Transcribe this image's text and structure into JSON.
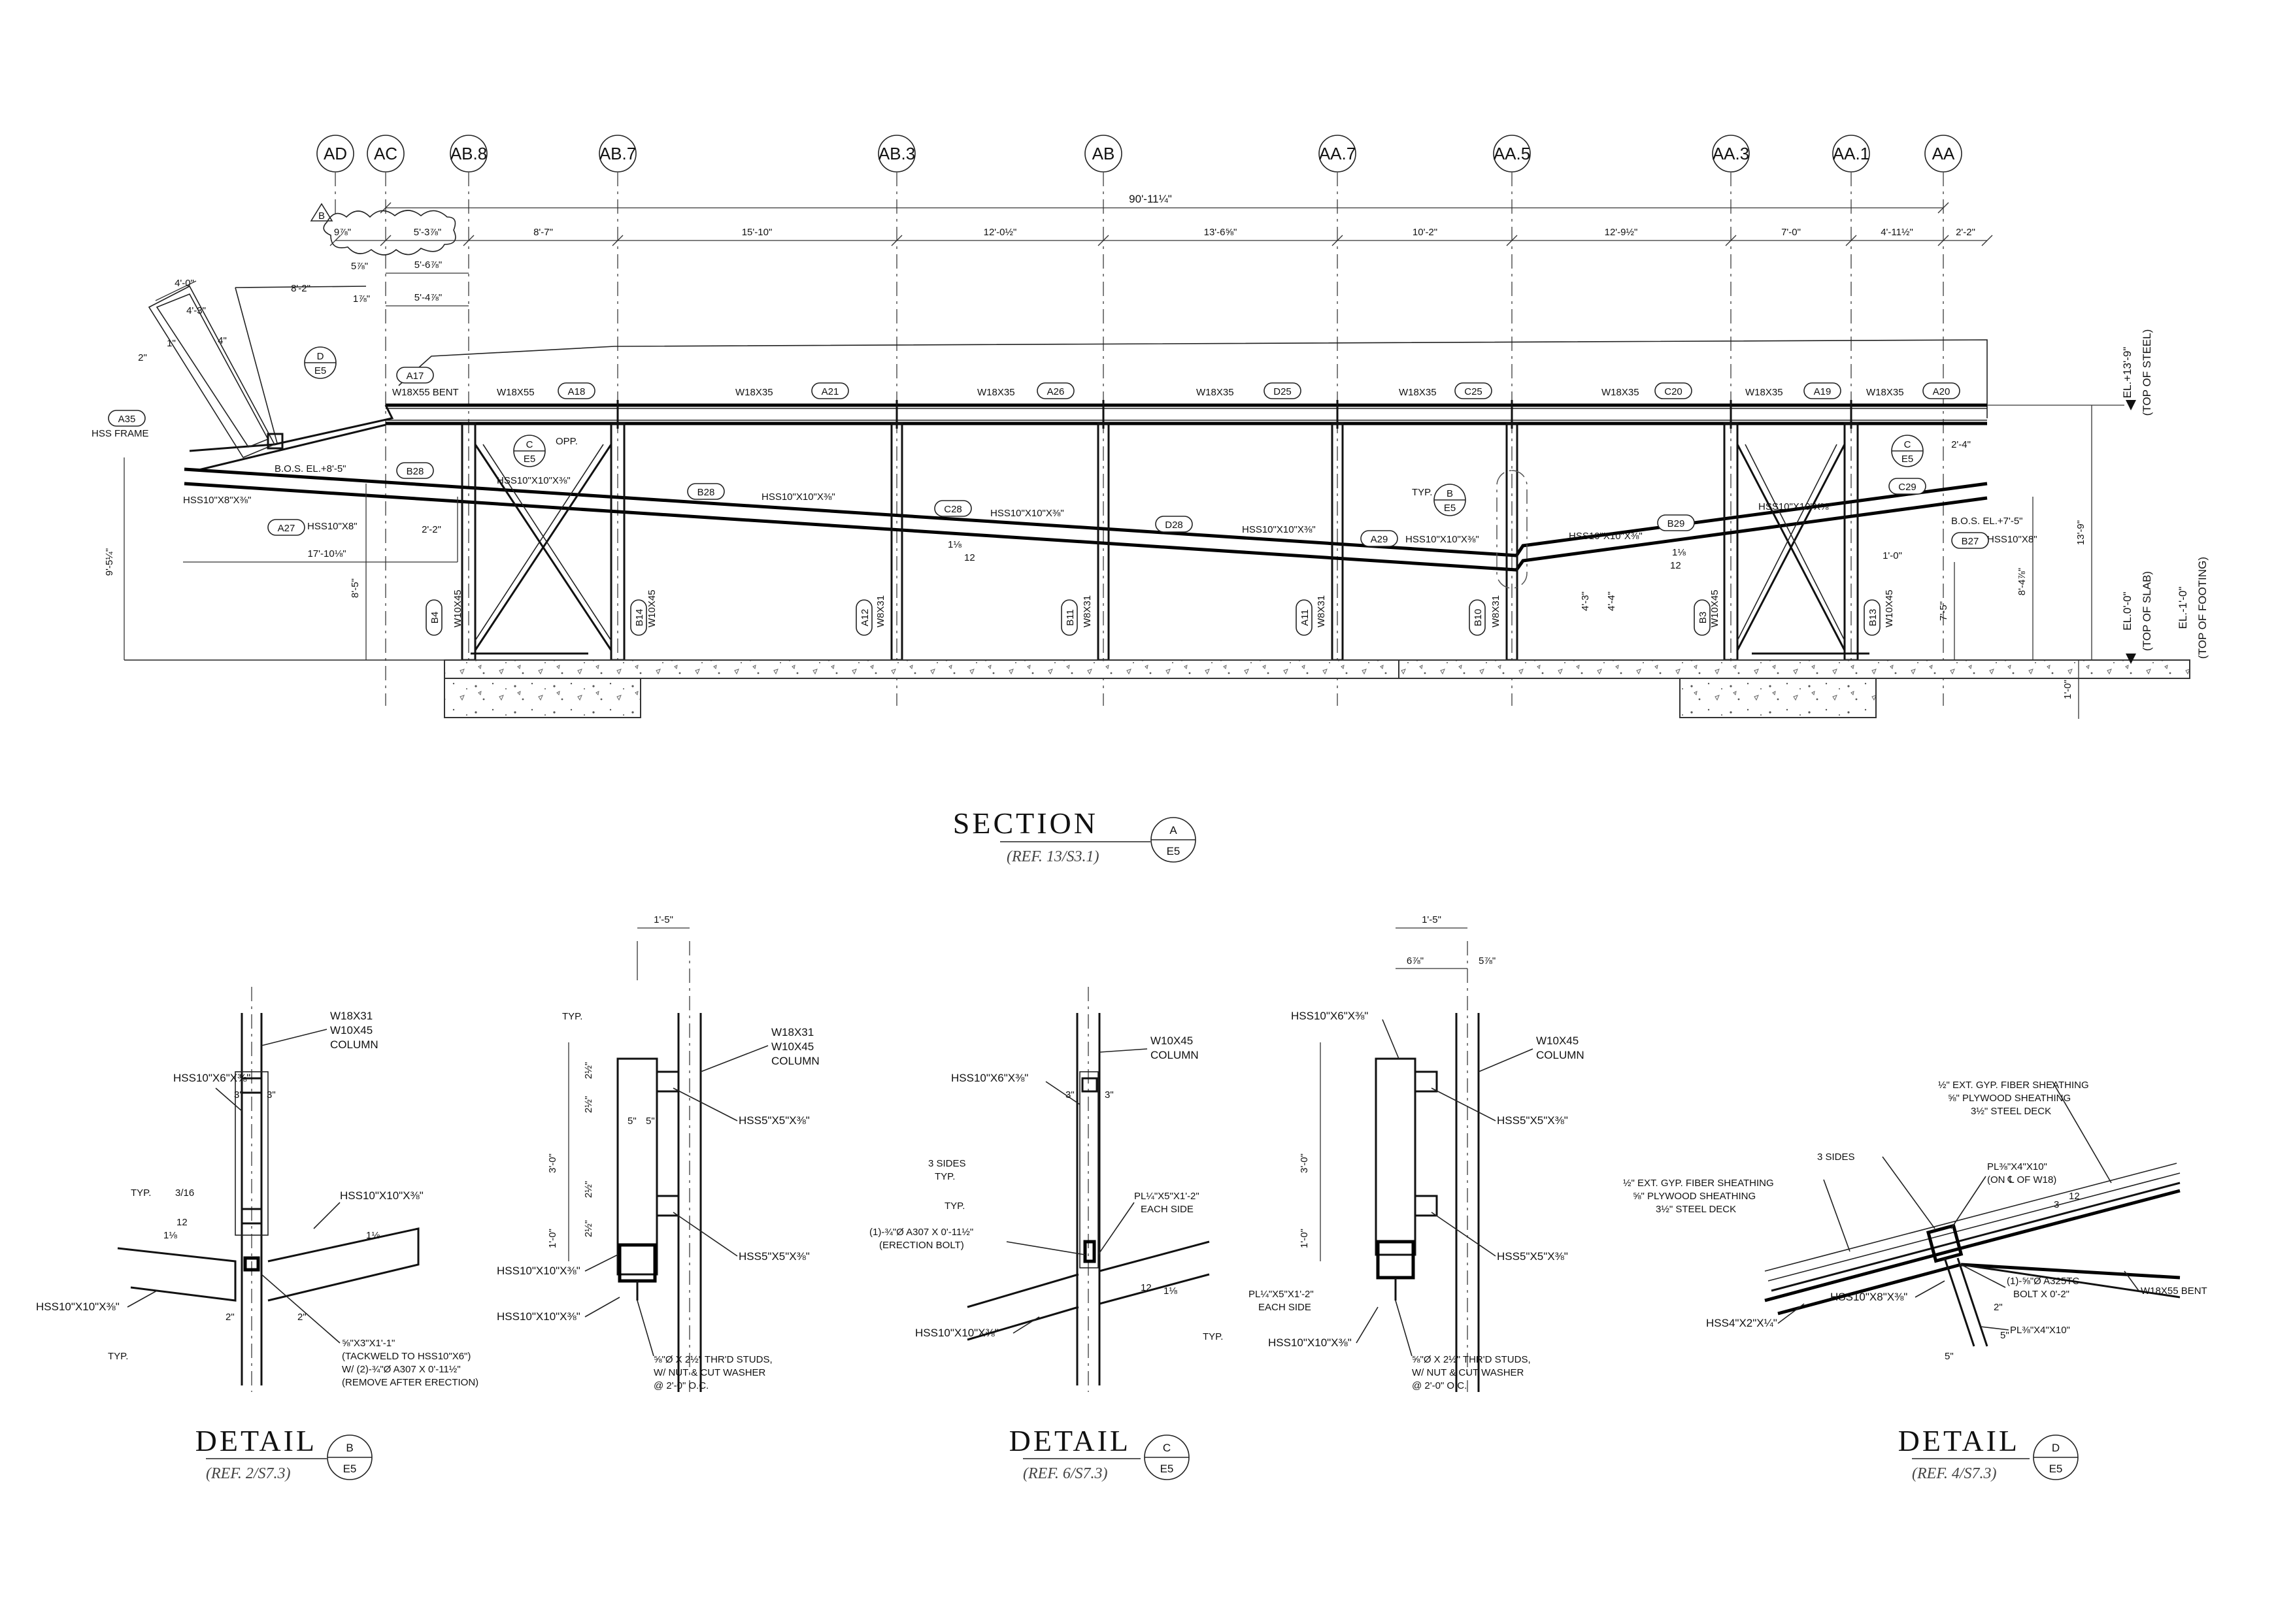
{
  "section": {
    "gridlines": [
      "AD",
      "AC",
      "AB.8",
      "AB.7",
      "AB.3",
      "AB",
      "AA.7",
      "AA.5",
      "AA.3",
      "AA.1",
      "AA"
    ],
    "overall_dim": "90'-11¼\"",
    "bay_dims": [
      "9⅞\"",
      "5'-3⅞\"",
      "8'-7\"",
      "15'-10\"",
      "12'-0½\"",
      "13'-6⅝\"",
      "10'-2\"",
      "12'-9½\"",
      "7'-0\"",
      "4'-11½\"",
      "2'-2\""
    ],
    "left_dims": [
      "5'-6⅞\"",
      "5⅞\"",
      "5'-4⅞\"",
      "1⅞\"",
      "4'-0\"",
      "4'-3\"",
      "8'-2\"",
      "2\"",
      "1\"",
      "4\"",
      "9'-5¼\"",
      "17'-10⅛\"",
      "2'-2\"",
      "8'-5\""
    ],
    "right_dims": [
      "2'-4\"",
      "1'-0\"",
      "7'-5\"",
      "8'-4⅞\"",
      "13'-9\"",
      "1'-0\"",
      "4'-3\"",
      "4'-4\""
    ],
    "beam_label": "W18X35",
    "members": {
      "bent": "W18X55 BENT",
      "w18x55": "W18X55",
      "hss_frame": "HSS FRAME",
      "hss_left": "HSS10\"X8\"X⅜\"",
      "hss_left2": "HSS10\"X8\"",
      "hss_right": "HSS10\"X8\"",
      "hss_brace": "HSS10\"X10\"X⅜\"",
      "hss_brace_r": "HSS10\"X10\"X⅜\"",
      "col_w10": "W10X45",
      "col_w8": "W8X31",
      "typ": "TYP."
    },
    "tags": {
      "a35": "A35",
      "a17": "A17",
      "a18": "A18",
      "a21": "A21",
      "a26": "A26",
      "d25": "D25",
      "c25": "C25",
      "c20": "C20",
      "a19": "A19",
      "a20": "A20",
      "b28a": "B28",
      "b28b": "B28",
      "a27": "A27",
      "c28": "C28",
      "d28": "D28",
      "a29": "A29",
      "b29": "B29",
      "c29": "C29",
      "b27": "B27",
      "b4": "B4",
      "b14": "B14",
      "a12": "A12",
      "b11": "B11",
      "a11": "A11",
      "b10": "B10",
      "b3": "B3",
      "b13": "B13"
    },
    "bos_left": "B.O.S. EL.+8'-5\"",
    "bos_right": "B.O.S. EL.+7'-5\"",
    "slope": "1⅛",
    "slope_run": "12",
    "opp": "OPP.",
    "elevations": {
      "top_steel": "EL.+13'-9\"",
      "top_steel_note": "(TOP OF STEEL)",
      "slab": "EL.0'-0\"",
      "slab_note": "(TOP OF SLAB)",
      "footing": "EL.-1'-0\"",
      "footing_note": "(TOP OF FOOTING)"
    },
    "rev": "B",
    "title": "SECTION",
    "ref": "(REF. 13/S3.1)",
    "mark": "A",
    "sheet": "E5",
    "callouts": [
      {
        "mark": "D",
        "sheet": "E5"
      },
      {
        "mark": "C",
        "sheet": "E5"
      },
      {
        "mark": "B",
        "sheet": "E5"
      },
      {
        "mark": "C",
        "sheet": "E5"
      }
    ]
  },
  "detail_b": {
    "col_note1": "W18X31",
    "col_note2": "W10X45",
    "col_note3": "COLUMN",
    "hss_top": "HSS10\"X6\"X⅜\"",
    "hss_right": "HSS10\"X10\"X⅜\"",
    "hss_left": "HSS10\"X10\"X⅜\"",
    "typ1": "TYP.",
    "typ2": "TYP.",
    "dim3a": "3\"",
    "dim3b": "3\"",
    "slope": "12",
    "slope_a": "1⅛",
    "slope_b": "1⅛",
    "weld": "3/16",
    "pl_note1": "⅝\"X3\"X1'-1\"",
    "pl_note2": "(TACKWELD TO HSS10\"X6\")",
    "pl_note3": "W/ (2)-¾\"Ø A307 X 0'-11½\"",
    "pl_note4": "(REMOVE AFTER ERECTION)",
    "d2a": "2\"",
    "d2b": "2\"",
    "col2_note1": "W18X31",
    "col2_note2": "W10X45",
    "col2_note3": "COLUMN",
    "hss5_top": "HSS5\"X5\"X⅜\"",
    "hss5_bot": "HSS5\"X5\"X⅜\"",
    "hss10_a": "HSS10\"X10\"X⅜\"",
    "hss10_b": "HSS10\"X10\"X⅜\"",
    "dim_15": "1'-5\"",
    "dim_3": "3'-0\"",
    "dim_1": "1'-0\"",
    "dim_half": "2½\"",
    "dim_5": "5\"",
    "stud1": "⅝\"Ø X 2½\" THR'D STUDS,",
    "stud2": "W/ NUT & CUT WASHER",
    "stud3": "@ 2'-0\" O.C.",
    "title": "DETAIL",
    "ref": "(REF. 2/S7.3)",
    "mark": "B",
    "sheet": "E5"
  },
  "detail_c": {
    "col_note1": "W10X45",
    "col_note2": "COLUMN",
    "hss_top": "HSS10\"X6\"X⅜\"",
    "sides1": "3 SIDES",
    "sides2": "TYP.",
    "typ": "TYP.",
    "typ2": "TYP.",
    "bolt1": "(1)-¾\"Ø A307 X 0'-11½\"",
    "bolt2": "(ERECTION BOLT)",
    "pl1": "PL¼\"X5\"X1'-2\"",
    "pl2": "EACH SIDE",
    "hss_bot": "HSS10\"X10\"X⅜\"",
    "slope": "1⅛",
    "run": "12",
    "dim3a": "3\"",
    "dim3b": "3\"",
    "col2_note1": "W10X45",
    "col2_note2": "COLUMN",
    "hss_top2": "HSS10\"X6\"X⅜\"",
    "hss5_top": "HSS5\"X5\"X⅜\"",
    "hss5_bot": "HSS5\"X5\"X⅜\"",
    "pl3": "PL¼\"X5\"X1'-2\"",
    "pl4": "EACH SIDE",
    "hss10": "HSS10\"X10\"X⅜\"",
    "dim_15": "1'-5\"",
    "dim_6": "6⅞\"",
    "dim_5": "5⅞\"",
    "dim_3": "3'-0\"",
    "dim_1": "1'-0\"",
    "stud1": "⅝\"Ø X 2½\" THR'D STUDS,",
    "stud2": "W/ NUT & CUT WASHER",
    "stud3": "@ 2'-0\" O.C.",
    "title": "DETAIL",
    "ref": "(REF. 6/S7.3)",
    "mark": "C",
    "sheet": "E5"
  },
  "detail_d": {
    "sheath1": "½\" EXT. GYP. FIBER SHEATHING",
    "sheath2": "⅝\" PLYWOOD SHEATHING",
    "sheath3": "3½\" STEEL DECK",
    "sheath4": "½\" EXT. GYP. FIBER SHEATHING",
    "sheath5": "⅝\" PLYWOOD SHEATHING",
    "sheath6": "3½\" STEEL DECK",
    "sides": "3 SIDES",
    "pl1": "PL⅜\"X4\"X10\"",
    "pl2": "(ON ℄ OF W18)",
    "slope": "3",
    "run": "12",
    "hss_a": "HSS10\"X8\"X⅜\"",
    "hss_b": "HSS4\"X2\"X¼\"",
    "bolt1": "(1)-⅝\"Ø A325TC",
    "bolt2": "BOLT X 0'-2\"",
    "pl3": "PL⅜\"X4\"X10\"",
    "bent": "W18X55 BENT",
    "d2": "2\"",
    "d5a": "5\"",
    "d5b": "5\"",
    "title": "DETAIL",
    "ref": "(REF. 4/S7.3)",
    "mark": "D",
    "sheet": "E5"
  }
}
